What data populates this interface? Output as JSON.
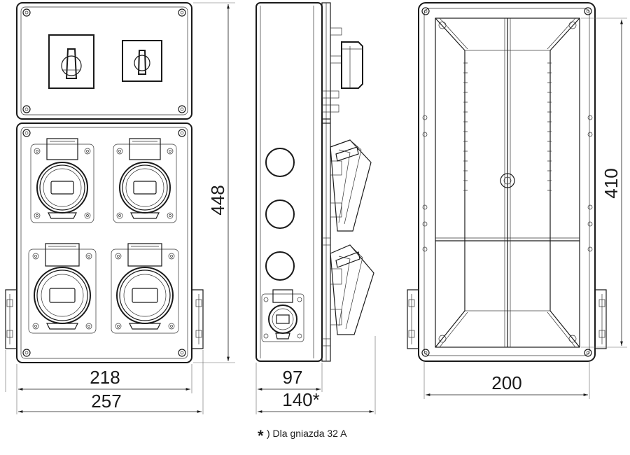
{
  "dimensions": {
    "front_inner_width": "218",
    "front_outer_width": "257",
    "front_height": "448",
    "side_depth": "97",
    "side_total_depth": "140*",
    "back_width": "200",
    "back_height": "410"
  },
  "footnote": {
    "symbol": "*",
    "text": ") Dla gniazda 32 A"
  }
}
